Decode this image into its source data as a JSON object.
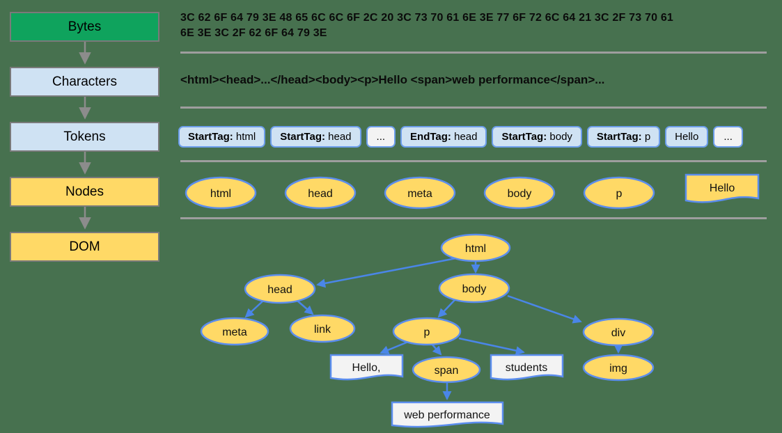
{
  "palette": {
    "background": "#47714F",
    "stage_green": "#0FA35D",
    "stage_light_blue": "#CFE2F3",
    "stage_yellow": "#FFD966",
    "node_border_blue": "#5B8DEE",
    "arrow_blue": "#4A86E8",
    "box_border_gray": "#7A7A7A",
    "separator_gray": "#9E9E9E",
    "text_node_fill": "#F3F3F3"
  },
  "pipeline": {
    "stages": [
      {
        "label": "Bytes"
      },
      {
        "label": "Characters"
      },
      {
        "label": "Tokens"
      },
      {
        "label": "Nodes"
      },
      {
        "label": "DOM"
      }
    ]
  },
  "bytes_row": {
    "line1": "3C 62 6F 64 79 3E 48 65 6C 6C 6F 2C 20 3C 73 70 61 6E 3E 77 6F 72 6C 64 21 3C 2F 73 70 61",
    "line2": "6E 3E 3C 2F 62 6F 64 79 3E"
  },
  "characters_row": {
    "text": "<html><head>...</head><body><p>Hello <span>web performance</span>..."
  },
  "tokens_row": {
    "items": [
      {
        "bold": "StartTag:",
        "text": " html",
        "variant": "blue"
      },
      {
        "bold": "StartTag:",
        "text": " head",
        "variant": "blue"
      },
      {
        "bold": "",
        "text": "...",
        "variant": "gray"
      },
      {
        "bold": "EndTag:",
        "text": " head",
        "variant": "blue"
      },
      {
        "bold": "StartTag:",
        "text": " body",
        "variant": "blue"
      },
      {
        "bold": "StartTag:",
        "text": " p",
        "variant": "blue"
      },
      {
        "bold": "",
        "text": "Hello",
        "variant": "blue"
      },
      {
        "bold": "",
        "text": "...",
        "variant": "gray"
      }
    ]
  },
  "nodes_row": {
    "items": [
      {
        "label": "html",
        "shape": "ellipse"
      },
      {
        "label": "head",
        "shape": "ellipse"
      },
      {
        "label": "meta",
        "shape": "ellipse"
      },
      {
        "label": "body",
        "shape": "ellipse"
      },
      {
        "label": "p",
        "shape": "ellipse"
      },
      {
        "label": "Hello",
        "shape": "document"
      }
    ]
  },
  "dom_tree": {
    "nodes": [
      {
        "label": "html"
      },
      {
        "label": "head"
      },
      {
        "label": "body"
      },
      {
        "label": "meta"
      },
      {
        "label": "link"
      },
      {
        "label": "p"
      },
      {
        "label": "div"
      },
      {
        "label": "span"
      },
      {
        "label": "img"
      }
    ],
    "text_nodes": [
      {
        "label": "Hello,"
      },
      {
        "label": "students"
      },
      {
        "label": "web performance"
      }
    ],
    "edges": [
      "html-head",
      "html-body",
      "head-meta",
      "head-link",
      "body-p",
      "body-div",
      "p-hello",
      "p-span",
      "p-students",
      "span-webperformance",
      "div-img"
    ]
  }
}
